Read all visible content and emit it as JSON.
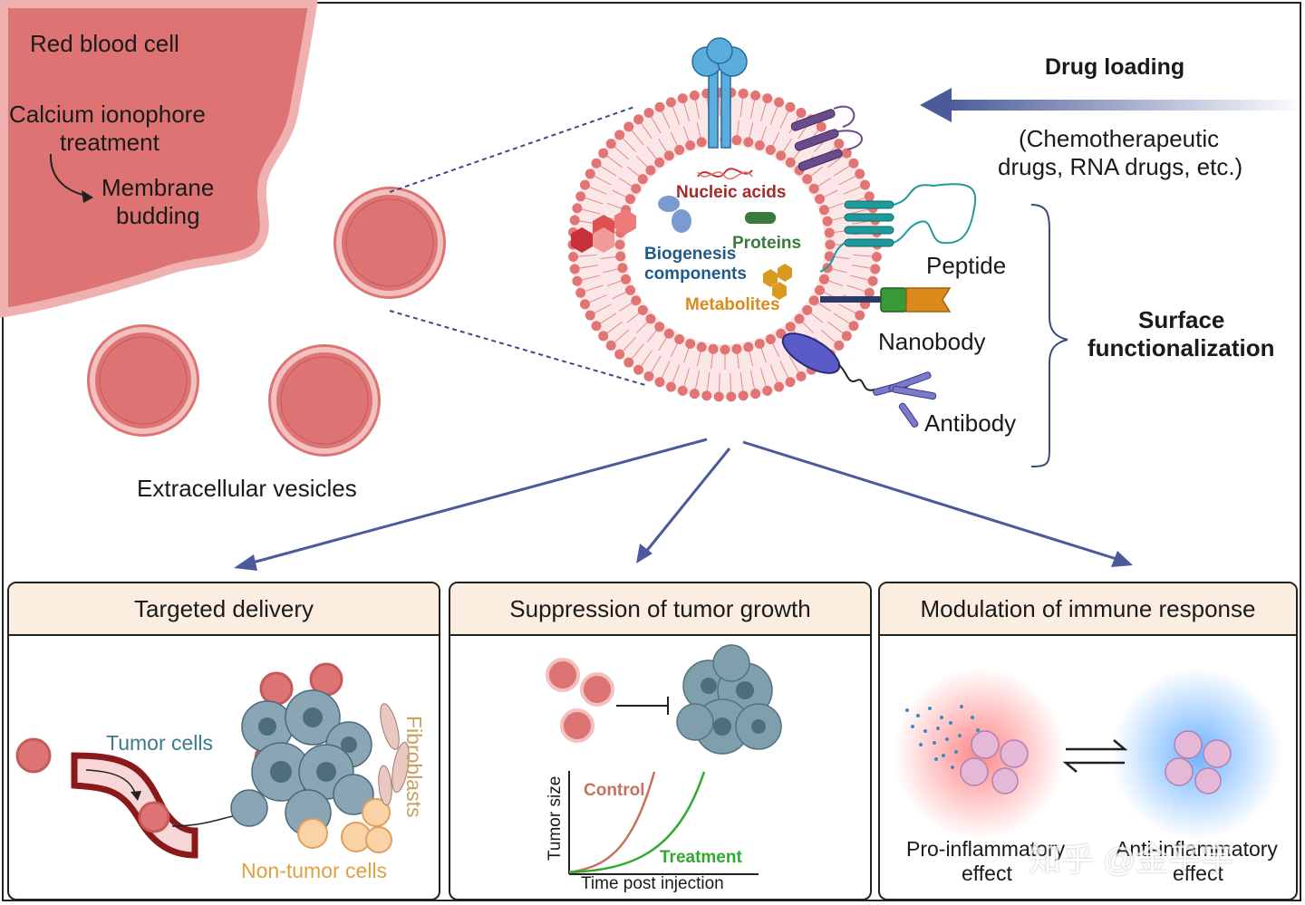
{
  "top": {
    "rbc_label": "Red blood cell",
    "treatment_line1": "Calcium ionophore",
    "treatment_line2": "treatment",
    "budding_line1": "Membrane",
    "budding_line2": "budding",
    "ev_label": "Extracellular vesicles"
  },
  "vesicle": {
    "nucleic_acids": "Nucleic acids",
    "proteins": "Proteins",
    "biogenesis_line1": "Biogenesis",
    "biogenesis_line2": "components",
    "metabolites": "Metabolites"
  },
  "drug_loading": {
    "title": "Drug loading",
    "desc_line1": "(Chemotherapeutic",
    "desc_line2": "drugs, RNA drugs, etc.)"
  },
  "surface": {
    "peptide": "Peptide",
    "nanobody": "Nanobody",
    "antibody": "Antibody",
    "title_line1": "Surface",
    "title_line2": "functionalization"
  },
  "panels": [
    {
      "title": "Targeted delivery"
    },
    {
      "title": "Suppression of tumor growth"
    },
    {
      "title": "Modulation of immune response"
    }
  ],
  "targeted": {
    "tumor_cells": "Tumor cells",
    "fibroblasts": "Fibroblasts",
    "non_tumor_cells": "Non-tumor cells"
  },
  "growth": {
    "control": "Control",
    "treatment": "Treatment",
    "ylabel": "Tumor size",
    "xlabel": "Time post injection"
  },
  "immune": {
    "pro_line1": "Pro-inflammatory",
    "pro_line2": "effect",
    "anti_line1": "Anti-inflammatory",
    "anti_line2": "effect"
  },
  "watermark": "知乎 @金平宇",
  "colors": {
    "rbc": "#dd7373",
    "rbc_dark": "#c45a5a",
    "arrow": "#4a5a9a",
    "nucleic": "#a52a2a",
    "biogenesis": "#1f5a8a",
    "proteins": "#3a7a3a",
    "metabolites": "#d98a1a",
    "panel_head": "#fbeee0",
    "control_curve": "#c87060",
    "treatment_curve": "#2eaa2e"
  }
}
